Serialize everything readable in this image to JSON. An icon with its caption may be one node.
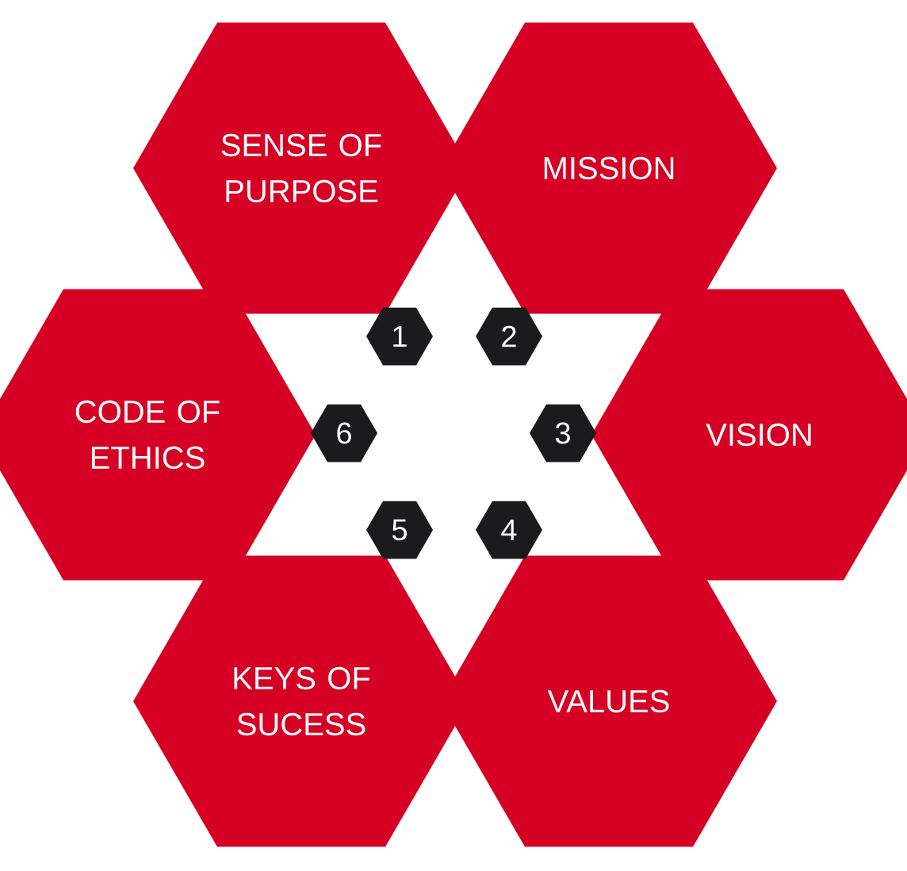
{
  "diagram": {
    "nodes": [
      {
        "text": [
          "SENSE OF PURPOSE"
        ]
      },
      {
        "text": [
          "MISSION"
        ]
      },
      {
        "text": [
          "CODE OF ETHICS"
        ]
      },
      {
        "text": [
          "VISION"
        ]
      },
      {
        "text": [
          "KEYS OF SUCESS"
        ]
      },
      {
        "text": [
          "VALUES"
        ]
      },
      {
        "text": [
          "1"
        ]
      },
      {
        "text": [
          "2"
        ]
      },
      {
        "text": [
          "6"
        ]
      },
      {
        "text": [
          "3"
        ]
      },
      {
        "text": [
          "5"
        ]
      },
      {
        "text": [
          "4"
        ]
      }
    ]
  }
}
